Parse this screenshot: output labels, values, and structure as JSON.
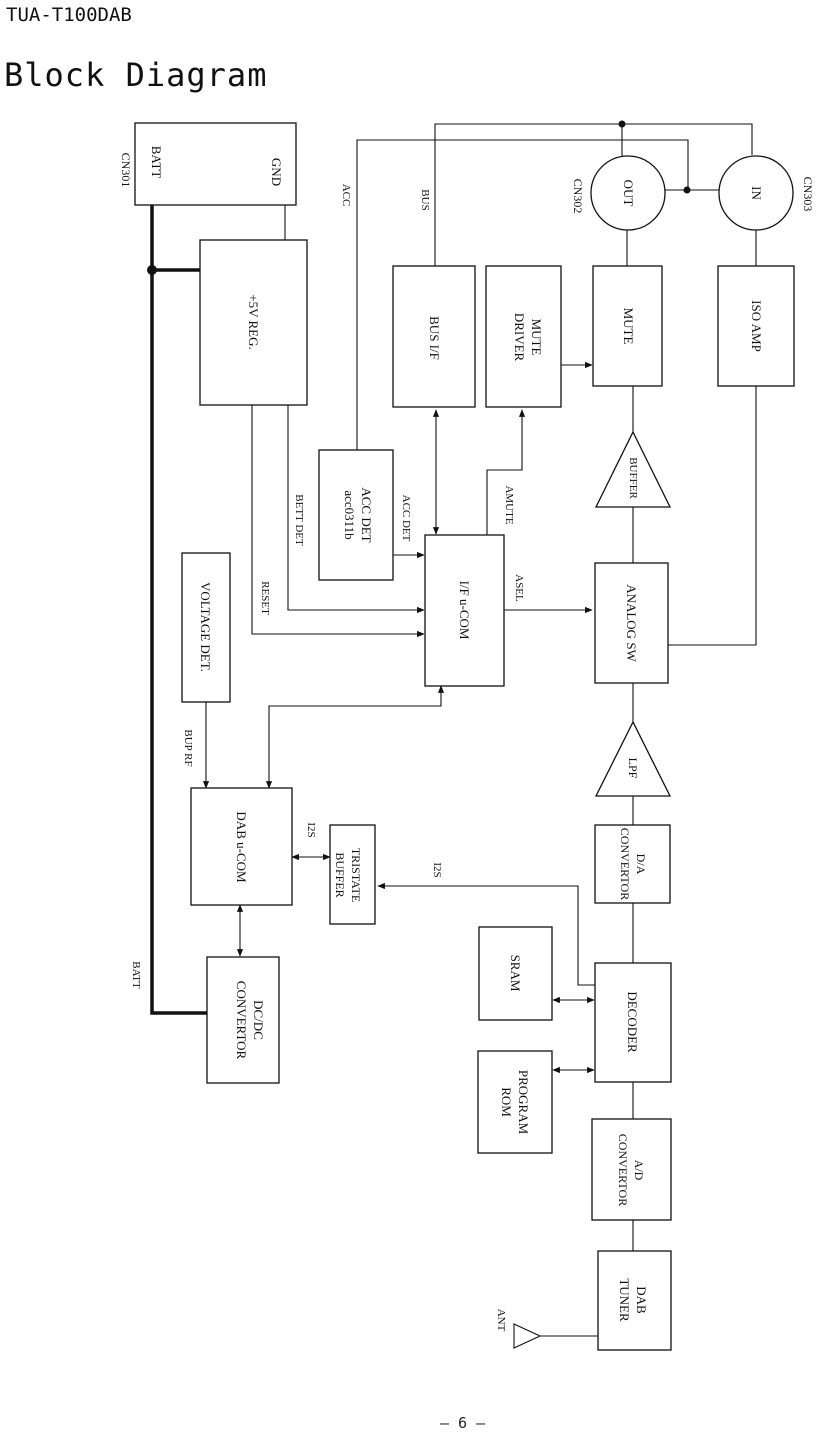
{
  "header": {
    "model": "TUA-T100DAB",
    "title": "Block Diagram"
  },
  "page_number": "– 6 –",
  "connectors": {
    "cn301": "CN301",
    "cn302": "CN302",
    "cn303": "CN303",
    "batt_pin": "BATT",
    "gnd_pin": "GND",
    "out": "OUT",
    "in": "IN"
  },
  "blocks": {
    "reg5v": "+5V REG.",
    "bus_if": "BUS I/F",
    "mute_driver_1": "MUTE",
    "mute_driver_2": "DRIVER",
    "mute": "MUTE",
    "iso_amp": "ISO AMP",
    "acc_det_1": "ACC DET",
    "acc_det_2": "acc0311b",
    "buffer": "BUFFER",
    "voltage_det": "VOLTAGE DET.",
    "if_ucom": "I/F u-COM",
    "analog_sw": "ANALOG SW",
    "lpf": "LPF",
    "dab_ucom": "DAB u-COM",
    "tristate_1": "TRISTATE",
    "tristate_2": "BUFFER",
    "da_1": "D/A",
    "da_2": "CONVERTOR",
    "sram": "SRAM",
    "decoder": "DECODER",
    "dcdc_1": "DC/DC",
    "dcdc_2": "CONVERTOR",
    "prog_1": "PROGRAM",
    "prog_2": "ROM",
    "ad_1": "A/D",
    "ad_2": "CONVERTOR",
    "tuner_1": "DAB",
    "tuner_2": "TUNER"
  },
  "signals": {
    "acc": "ACC",
    "bus": "BUS",
    "bett_det": "BETT DET",
    "acc_det": "ACC DET",
    "amute": "AMUTE",
    "reset": "RESET",
    "asel": "ASEL",
    "bup_rf": "BUP RF",
    "i2s_1": "I2S",
    "i2s_2": "I2S",
    "batt": "BATT",
    "ant": "ANT"
  }
}
